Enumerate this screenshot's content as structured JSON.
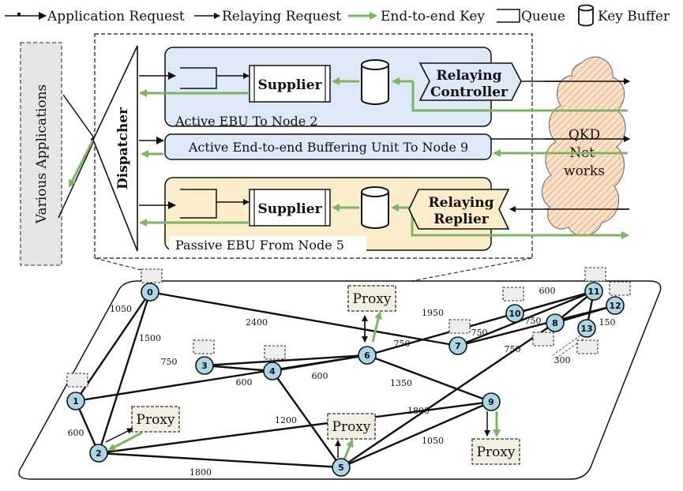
{
  "legend": {
    "application_request": "Application Request",
    "relaying_request": "Relaying Request",
    "end_to_end_key": "End-to-end Key",
    "queue": "Queue",
    "key_buffer": "Key Buffer"
  },
  "colors": {
    "green_key": "#7bb661",
    "active_fill": "#dde9f7",
    "passive_fill": "#fbedc9",
    "node_fill": "#a9d7e8",
    "cloud_fill": "#f7c9a0",
    "cloud_hatch": "#e9874a"
  },
  "top": {
    "various_applications": "Various Applications",
    "dispatcher": "Dispatcher",
    "active_ebu_2": {
      "supplier": "Supplier",
      "controller_line1": "Relaying",
      "controller_line2": "Controller",
      "caption": "Active EBU To Node 2"
    },
    "active_ebu_9": "Active End-to-end Buffering Unit To Node 9",
    "passive_ebu_5": {
      "supplier": "Supplier",
      "replier_line1": "Relaying",
      "replier_line2": "Replier",
      "caption": "Passive EBU From Node 5"
    },
    "qkd_line1": "QKD",
    "qkd_line2": "Net-",
    "qkd_line3": "works"
  },
  "network": {
    "proxy_label": "Proxy",
    "nodes": [
      "0",
      "1",
      "2",
      "3",
      "4",
      "5",
      "6",
      "7",
      "8",
      "9",
      "10",
      "11",
      "12",
      "13"
    ],
    "edge_labels": [
      "1050",
      "1500",
      "2400",
      "750",
      "600",
      "600",
      "1200",
      "1800",
      "1350",
      "750",
      "1950",
      "750",
      "750",
      "600",
      "750",
      "150",
      "300",
      "1800",
      "1050",
      "600"
    ]
  }
}
